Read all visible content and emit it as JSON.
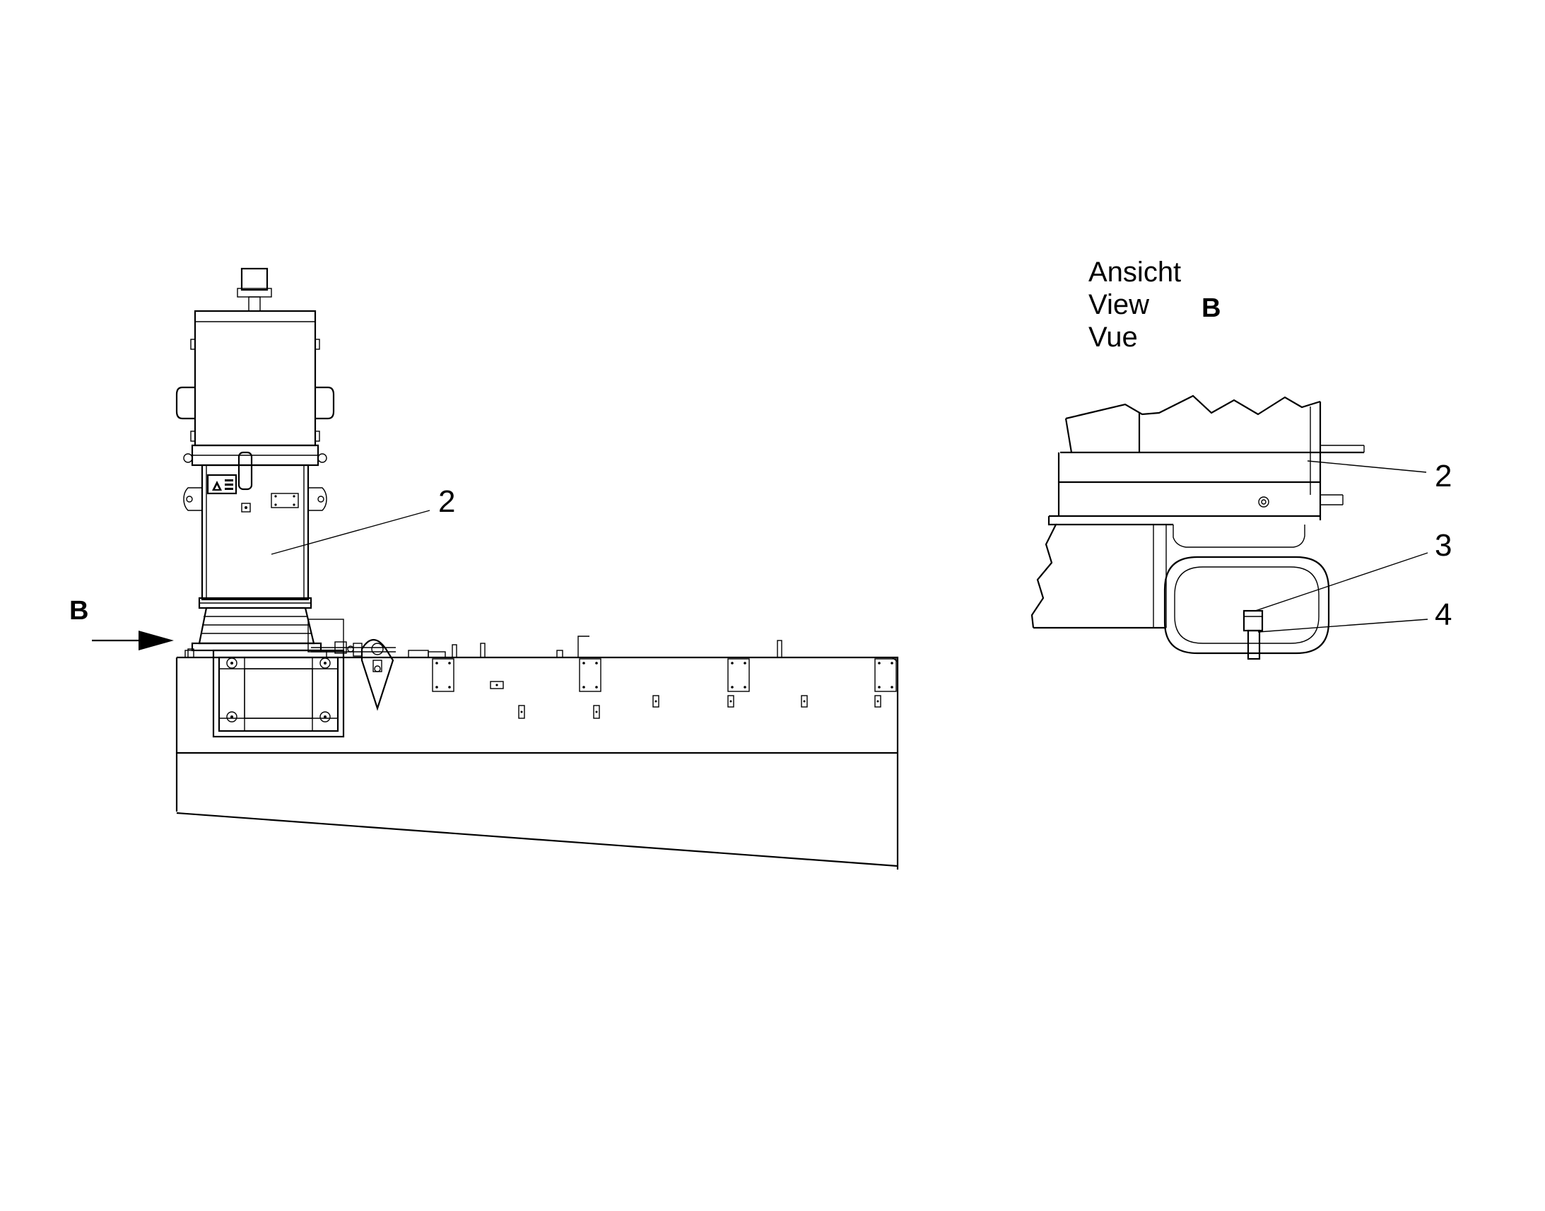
{
  "labels": {
    "left_view_marker": "B",
    "left_callout_2": "2",
    "view_title_de": "Ansicht",
    "view_title_en": "View",
    "view_title_fr": "Vue",
    "view_letter": "B",
    "detail_callout_2": "2",
    "detail_callout_3": "3",
    "detail_callout_4": "4"
  },
  "colors": {
    "line": "#000000",
    "background": "#ffffff"
  }
}
